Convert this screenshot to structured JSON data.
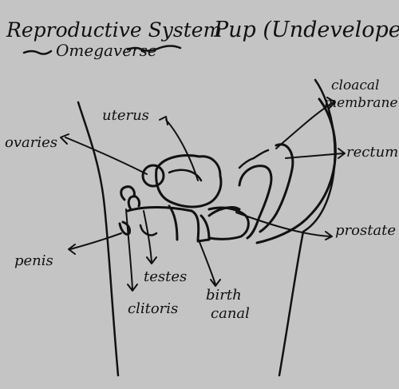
{
  "title": "Reproductive System",
  "subtitle": "Omegaverse",
  "heading_right": "Pup (Undeveloped)",
  "labels": {
    "cloacal_membrane": [
      "cloacal",
      "membrane"
    ],
    "uterus": "uterus",
    "ovaries": "ovaries",
    "rectum": "rectum",
    "prostate": "prostate",
    "penis": "penis",
    "testes": "testes",
    "clitoris": "clitoris",
    "birth_canal": [
      "birth",
      "canal"
    ]
  },
  "colors": {
    "background": "#c4c4c4",
    "ink": "#111111"
  }
}
